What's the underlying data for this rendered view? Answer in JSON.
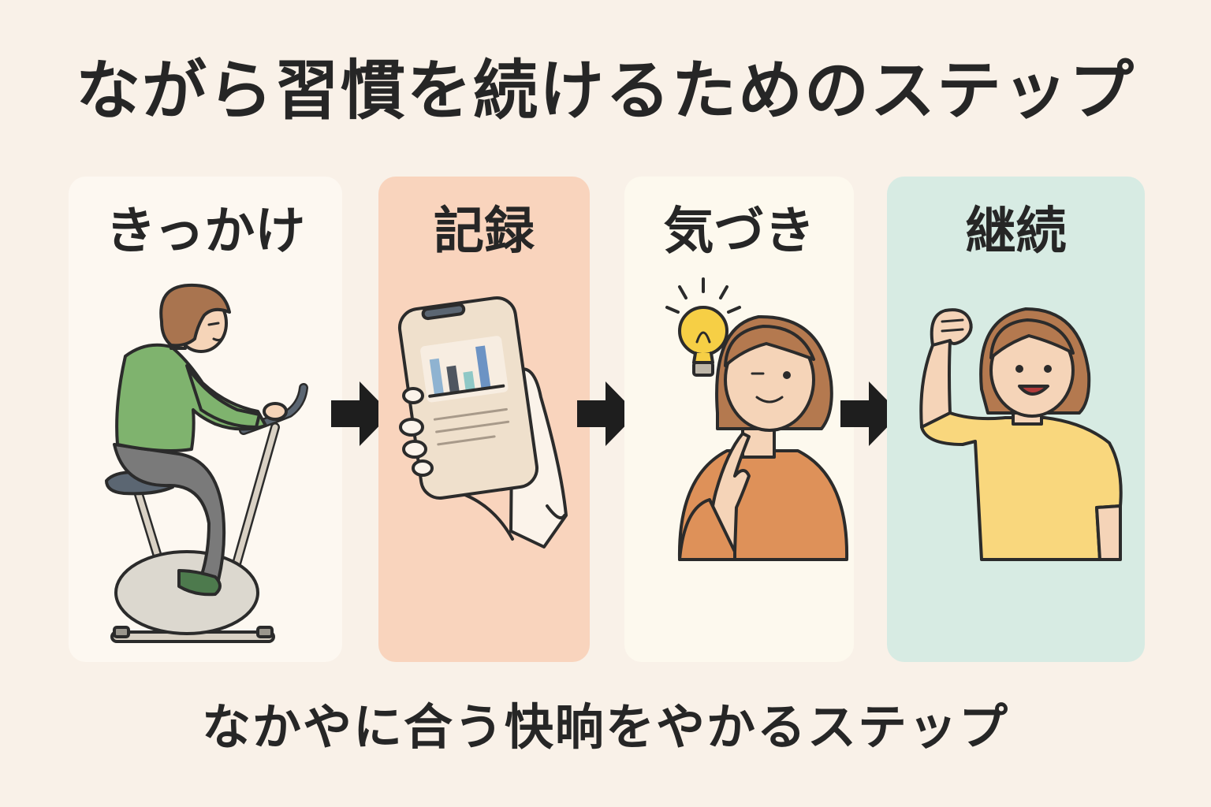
{
  "title": "ながら習慣を続けるためのステップ",
  "steps": [
    {
      "label": "きっかけ",
      "icon": "exercise-bike-person-icon",
      "color": "#fdf8f1"
    },
    {
      "label": "記録",
      "icon": "smartphone-chart-icon",
      "color": "#f9d4bd"
    },
    {
      "label": "気づき",
      "icon": "thinking-person-lightbulb-icon",
      "color": "#fdf9ee"
    },
    {
      "label": "継続",
      "icon": "cheering-person-icon",
      "color": "#d7ebe3"
    }
  ],
  "footer": "なかやに合う快晌をやかるステップ"
}
